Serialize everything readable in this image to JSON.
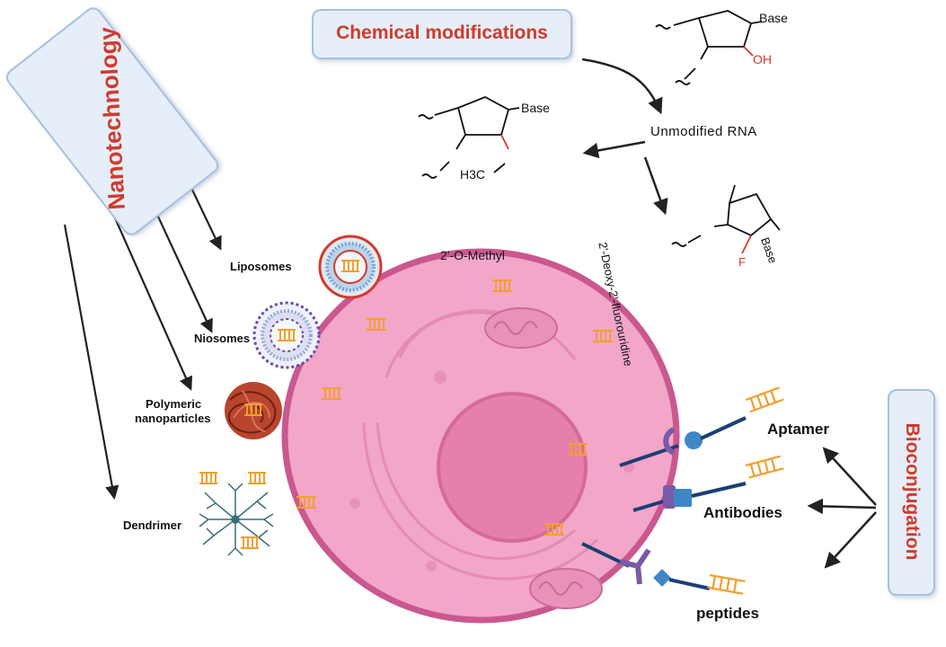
{
  "boxes": {
    "chemical": "Chemical modifications",
    "nano": "Nanotechnology",
    "bio": "Bioconjugation"
  },
  "chem": {
    "unmodified": "Unmodified RNA",
    "base": "Base",
    "oh": "OH",
    "methoxy": "H3C",
    "fluoro": "F",
    "methyl_label": "2'-O-Methyl",
    "fluoro_label": "2'-Deoxy-2'-fluorouridine"
  },
  "nano": {
    "liposomes": "Liposomes",
    "niosomes": "Niosomes",
    "polymeric": "Polymeric",
    "nanoparticles": "nanoparticles",
    "dendrimer": "Dendrimer"
  },
  "bio": {
    "aptamer": "Aptamer",
    "antibodies": "Antibodies",
    "peptides": "peptides"
  },
  "colors": {
    "red": "#d13a2b",
    "cell": "#f2a6c8",
    "membrane": "#c9588f",
    "nucleus": "#e67fab",
    "sirna": "#f0a030",
    "receptor": "#7a5aa8",
    "ligand": "#3f86c6",
    "box_fill": "#e5eef9",
    "box_border": "#a9c0de"
  }
}
